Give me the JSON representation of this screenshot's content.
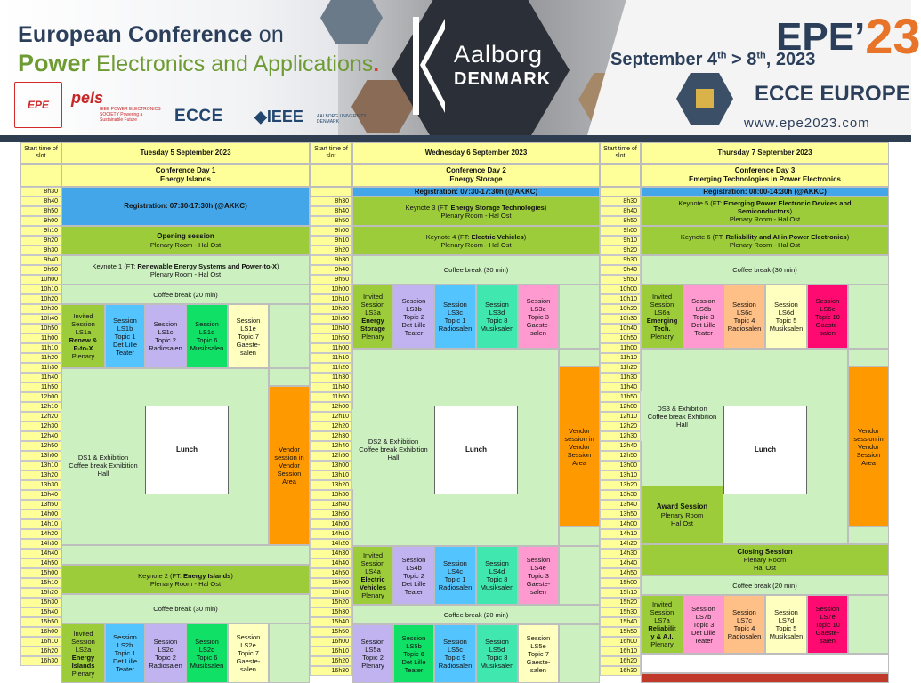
{
  "banner": {
    "title_line1_bold": "European Conference",
    "title_line1_rest": " on",
    "title_line2_first": "Power",
    "title_line2_rest": " Electronics and Applications",
    "title_line2_dot": ".",
    "city": "Aalborg",
    "country": "DENMARK",
    "brand": "EPE",
    "brand_apostrophe": "’",
    "brand_year": "23",
    "dates_pre": "September 4",
    "dates_sup1": "th",
    "dates_mid": " > 8",
    "dates_sup2": "th",
    "dates_post": ", 2023",
    "ecce_europe": "ECCE EUROPE",
    "website": "www.epe2023.com",
    "logo_epe": "EPE",
    "logo_pels": "pels",
    "logo_pels_sub": "IEEE POWER ELECTRONICS SOCIETY Powering a Sustainable Future",
    "logo_ecce": "ECCE",
    "logo_ieee": "◆IEEE",
    "logo_aau": "AALBORG UNIVERSITY DENMARK"
  },
  "schedule": {
    "start_time_label": "Start time of slot",
    "times": [
      "8h30",
      "8h40",
      "8h50",
      "9h00",
      "9h10",
      "9h20",
      "9h30",
      "9h40",
      "9h50",
      "10h00",
      "10h10",
      "10h20",
      "10h30",
      "10h40",
      "10h50",
      "11h00",
      "11h10",
      "11h20",
      "11h30",
      "11h40",
      "11h50",
      "12h00",
      "12h10",
      "12h20",
      "12h30",
      "12h40",
      "12h50",
      "13h00",
      "13h10",
      "13h20",
      "13h30",
      "13h40",
      "13h50",
      "14h00",
      "14h10",
      "14h20",
      "14h30",
      "14h40",
      "14h50",
      "15h00",
      "15h10",
      "15h20",
      "15h30",
      "15h40",
      "15h50",
      "16h00",
      "16h10",
      "16h20",
      "16h30"
    ],
    "days": [
      {
        "date": "Tuesday 5 September 2023",
        "conf_day": "Conference Day 1",
        "theme": "Energy Islands",
        "registration": "Registration: 07:30-17:30h (@AKKC)",
        "opening_title": "Opening session",
        "opening_room": "Plenary Room - Hal Ost",
        "keynote1_pre": "Keynote 1 (FT: ",
        "keynote1_topic": "Renewable Energy Systems and Power-to-X",
        "keynote1_post": ")",
        "keynote1_room": "Plenary Room - Hal Ost",
        "coffee1": "Coffee break (20 min)",
        "sessions1": [
          {
            "l1": "Invited",
            "l2": "Session",
            "l3": "LS1a",
            "l4": "Renew &",
            "l5": "P-to-X",
            "l6": "Plenary"
          },
          {
            "l1": "Session",
            "l2": "LS1b",
            "l3": "Topic 1",
            "l4": "Det Lille",
            "l5": "Teater"
          },
          {
            "l1": "Session",
            "l2": "LS1c",
            "l3": "Topic 2",
            "l4": "Radiosalen"
          },
          {
            "l1": "Session",
            "l2": "LS1d",
            "l3": "Topic 6",
            "l4": "Musiksalen"
          },
          {
            "l1": "Session",
            "l2": "LS1e",
            "l3": "Topic 7",
            "l4": "Gaeste-",
            "l5": "salen"
          }
        ],
        "ds_exhibition": "DS1 & Exhibition Coffee break Exhibition Hall",
        "lunch": "Lunch",
        "vendor": "Vendor session in Vendor Session Area",
        "keynote2_pre": "Keynote 2 (FT: ",
        "keynote2_topic": "Energy Islands",
        "keynote2_post": ")",
        "keynote2_room": "Plenary Room - Hal Ost",
        "coffee2": "Coffee break (30 min)",
        "sessions2": [
          {
            "l1": "Invited",
            "l2": "Session",
            "l3": "LS2a",
            "l4": "Energy",
            "l5": "Islands",
            "l6": "Plenary"
          },
          {
            "l1": "Session",
            "l2": "LS2b",
            "l3": "Topic 1",
            "l4": "Det Lille",
            "l5": "Teater"
          },
          {
            "l1": "Session",
            "l2": "LS2c",
            "l3": "Topic 2",
            "l4": "Radiosalen"
          },
          {
            "l1": "Session",
            "l2": "LS2d",
            "l3": "Topic 6",
            "l4": "Musiksalen"
          },
          {
            "l1": "Session",
            "l2": "LS2e",
            "l3": "Topic 7",
            "l4": "Gaeste-",
            "l5": "salen"
          }
        ]
      },
      {
        "date": "Wednesday 6 September 2023",
        "conf_day": "Conference Day 2",
        "theme": "Energy Storage",
        "registration": "Registration: 07:30-17:30h (@AKKC)",
        "keynote3_pre": "Keynote 3 (FT: ",
        "keynote3_topic": "Energy Storage Technologies",
        "keynote3_post": ")",
        "keynote3_room": "Plenary Room - Hal Ost",
        "keynote4_pre": "Keynote 4 (FT: ",
        "keynote4_topic": "Electric Vehicles",
        "keynote4_post": ")",
        "keynote4_room": "Plenary Room - Hal Ost",
        "coffee1": "Coffee break (30 min)",
        "sessions1": [
          {
            "l1": "Invited",
            "l2": "Session",
            "l3": "LS3a",
            "l4": "Energy",
            "l5": "Storage",
            "l6": "Plenary"
          },
          {
            "l1": "Session",
            "l2": "LS3b",
            "l3": "Topic 2",
            "l4": "Det Lille",
            "l5": "Teater"
          },
          {
            "l1": "Session",
            "l2": "LS3c",
            "l3": "Topic 1",
            "l4": "Radiosalen"
          },
          {
            "l1": "Session",
            "l2": "LS3d",
            "l3": "Topic 8",
            "l4": "Musiksalen"
          },
          {
            "l1": "Session",
            "l2": "LS3e",
            "l3": "Topic 3",
            "l4": "Gaeste-",
            "l5": "salen"
          }
        ],
        "ds_exhibition": "DS2 & Exhibition Coffee break Exhibition Hall",
        "lunch": "Lunch",
        "vendor": "Vendor session in Vendor Session Area",
        "sessions2": [
          {
            "l1": "Invited",
            "l2": "Session",
            "l3": "LS4a",
            "l4": "Electric",
            "l5": "Vehicles",
            "l6": "Plenary"
          },
          {
            "l1": "Session",
            "l2": "LS4b",
            "l3": "Topic 2",
            "l4": "Det Lille",
            "l5": "Teater"
          },
          {
            "l1": "Session",
            "l2": "LS4c",
            "l3": "Topic 1",
            "l4": "Radiosalen"
          },
          {
            "l1": "Session",
            "l2": "LS4d",
            "l3": "Topic 8",
            "l4": "Musiksalen"
          },
          {
            "l1": "Session",
            "l2": "LS4e",
            "l3": "Topic 3",
            "l4": "Gaeste-",
            "l5": "salen"
          }
        ],
        "coffee2": "Coffee break (20 min)",
        "sessions3": [
          {
            "l1": "Session",
            "l2": "LS5a",
            "l3": "Topic 2",
            "l4": "Plenary"
          },
          {
            "l1": "Session",
            "l2": "LS5b",
            "l3": "Topic 6",
            "l4": "Det Lille",
            "l5": "Teater"
          },
          {
            "l1": "Session",
            "l2": "LS5c",
            "l3": "Topic 9",
            "l4": "Radiosalen"
          },
          {
            "l1": "Session",
            "l2": "LS5d",
            "l3": "Topic 8",
            "l4": "Musiksalen"
          },
          {
            "l1": "Session",
            "l2": "LS5e",
            "l3": "Topic 7",
            "l4": "Gaeste-",
            "l5": "salen"
          }
        ]
      },
      {
        "date": "Thursday 7 September 2023",
        "conf_day": "Conference Day 3",
        "theme": "Emerging Technologies in Power Electronics",
        "registration": "Registration: 08:00-14:30h (@AKKC)",
        "keynote5_pre": "Keynote 5 (FT: ",
        "keynote5_topic": "Emerging Power Electronic Devices and Semiconductors",
        "keynote5_post": ")",
        "keynote5_room": "Plenary Room - Hal Ost",
        "keynote6_pre": "Keynote 6 (FT: ",
        "keynote6_topic": "Reliability and AI in Power Electronics",
        "keynote6_post": ")",
        "keynote6_room": "Plenary Room - Hal Ost",
        "coffee1": "Coffee break (30 min)",
        "sessions1": [
          {
            "l1": "Invited",
            "l2": "Session",
            "l3": "LS6a",
            "l4": "Emerging",
            "l5": "Tech.",
            "l6": "Plenary"
          },
          {
            "l1": "Session",
            "l2": "LS6b",
            "l3": "Topic 3",
            "l4": "Det Lille",
            "l5": "Teater"
          },
          {
            "l1": "Session",
            "l2": "LS6c",
            "l3": "Topic 4",
            "l4": "Radiosalen"
          },
          {
            "l1": "Session",
            "l2": "LS6d",
            "l3": "Topic 5",
            "l4": "Musiksalen"
          },
          {
            "l1": "Session",
            "l2": "LS6e",
            "l3": "Topic 10",
            "l4": "Gaeste-",
            "l5": "salen"
          }
        ],
        "ds_exhibition": "DS3 & Exhibition Coffee break Exhibition Hall",
        "lunch": "Lunch",
        "vendor": "Vendor session in Vendor Session Area",
        "award_title": "Award Session",
        "award_room1": "Plenary Room",
        "award_room2": "Hal Ost",
        "closing_title": "Closing Session",
        "closing_room1": "Plenary Room",
        "closing_room2": "Hal Ost",
        "coffee2": "Coffee break (20 min)",
        "sessions2": [
          {
            "l1": "Invited",
            "l2": "Session",
            "l3": "LS7a",
            "l4": "Reliabilit",
            "l5": "y & A.I.",
            "l6": "Plenary"
          },
          {
            "l1": "Session",
            "l2": "LS7b",
            "l3": "Topic 3",
            "l4": "Det Lille",
            "l5": "Teater"
          },
          {
            "l1": "Session",
            "l2": "LS7c",
            "l3": "Topic 4",
            "l4": "Radiosalen"
          },
          {
            "l1": "Session",
            "l2": "LS7d",
            "l3": "Topic 5",
            "l4": "Musiksalen"
          },
          {
            "l1": "Session",
            "l2": "LS7e",
            "l3": "Topic 10",
            "l4": "Gaeste-",
            "l5": "salen"
          }
        ]
      }
    ]
  },
  "colors": {
    "header_yellow": "#ffff99",
    "plenary_green": "#9ccc3a",
    "coffee_green": "#ccf0c0",
    "registration_blue": "#42a6e8",
    "vendor_orange": "#ff9900"
  }
}
